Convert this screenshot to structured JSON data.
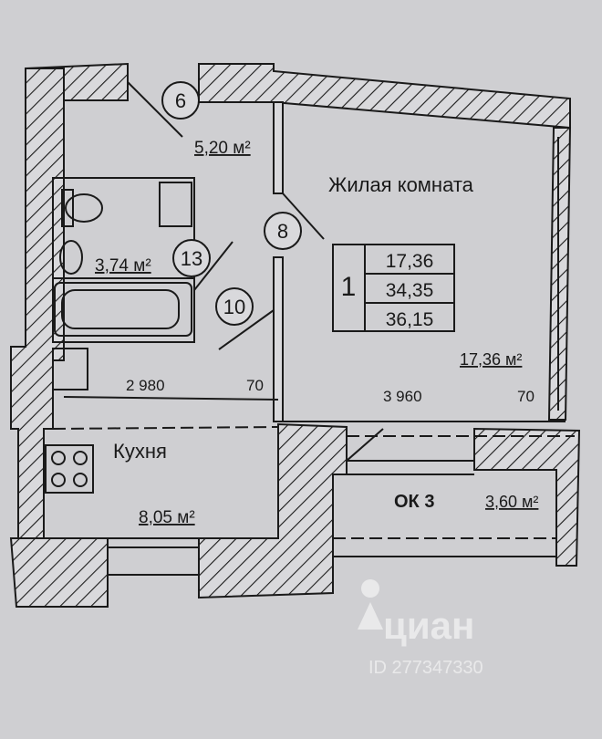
{
  "rooms": {
    "hall": {
      "number": "6",
      "area": "5,20 м²"
    },
    "living": {
      "name": "Жилая комната",
      "number": "8",
      "area": "17,36 м²"
    },
    "bathroom": {
      "number": "13",
      "area": "3,74 м²"
    },
    "door10": {
      "number": "10"
    },
    "kitchen": {
      "name": "Кухня",
      "area": "8,05 м²"
    },
    "balcony": {
      "name": "ОК 3",
      "area": "3,60 м²"
    }
  },
  "summary": {
    "apartment_number": "1",
    "living_area": "17,36",
    "total_area": "34,35",
    "total_with_balcony": "36,15"
  },
  "dimensions": {
    "left_width": "2 980",
    "left_wall": "70",
    "right_width": "3 960",
    "right_wall": "70"
  },
  "watermark": {
    "brand": "циан",
    "id": "ID 277347330"
  },
  "colors": {
    "paper": "#cfcfd2",
    "ink": "#1a1a1a",
    "wall_fill": "#d9d9dc"
  }
}
